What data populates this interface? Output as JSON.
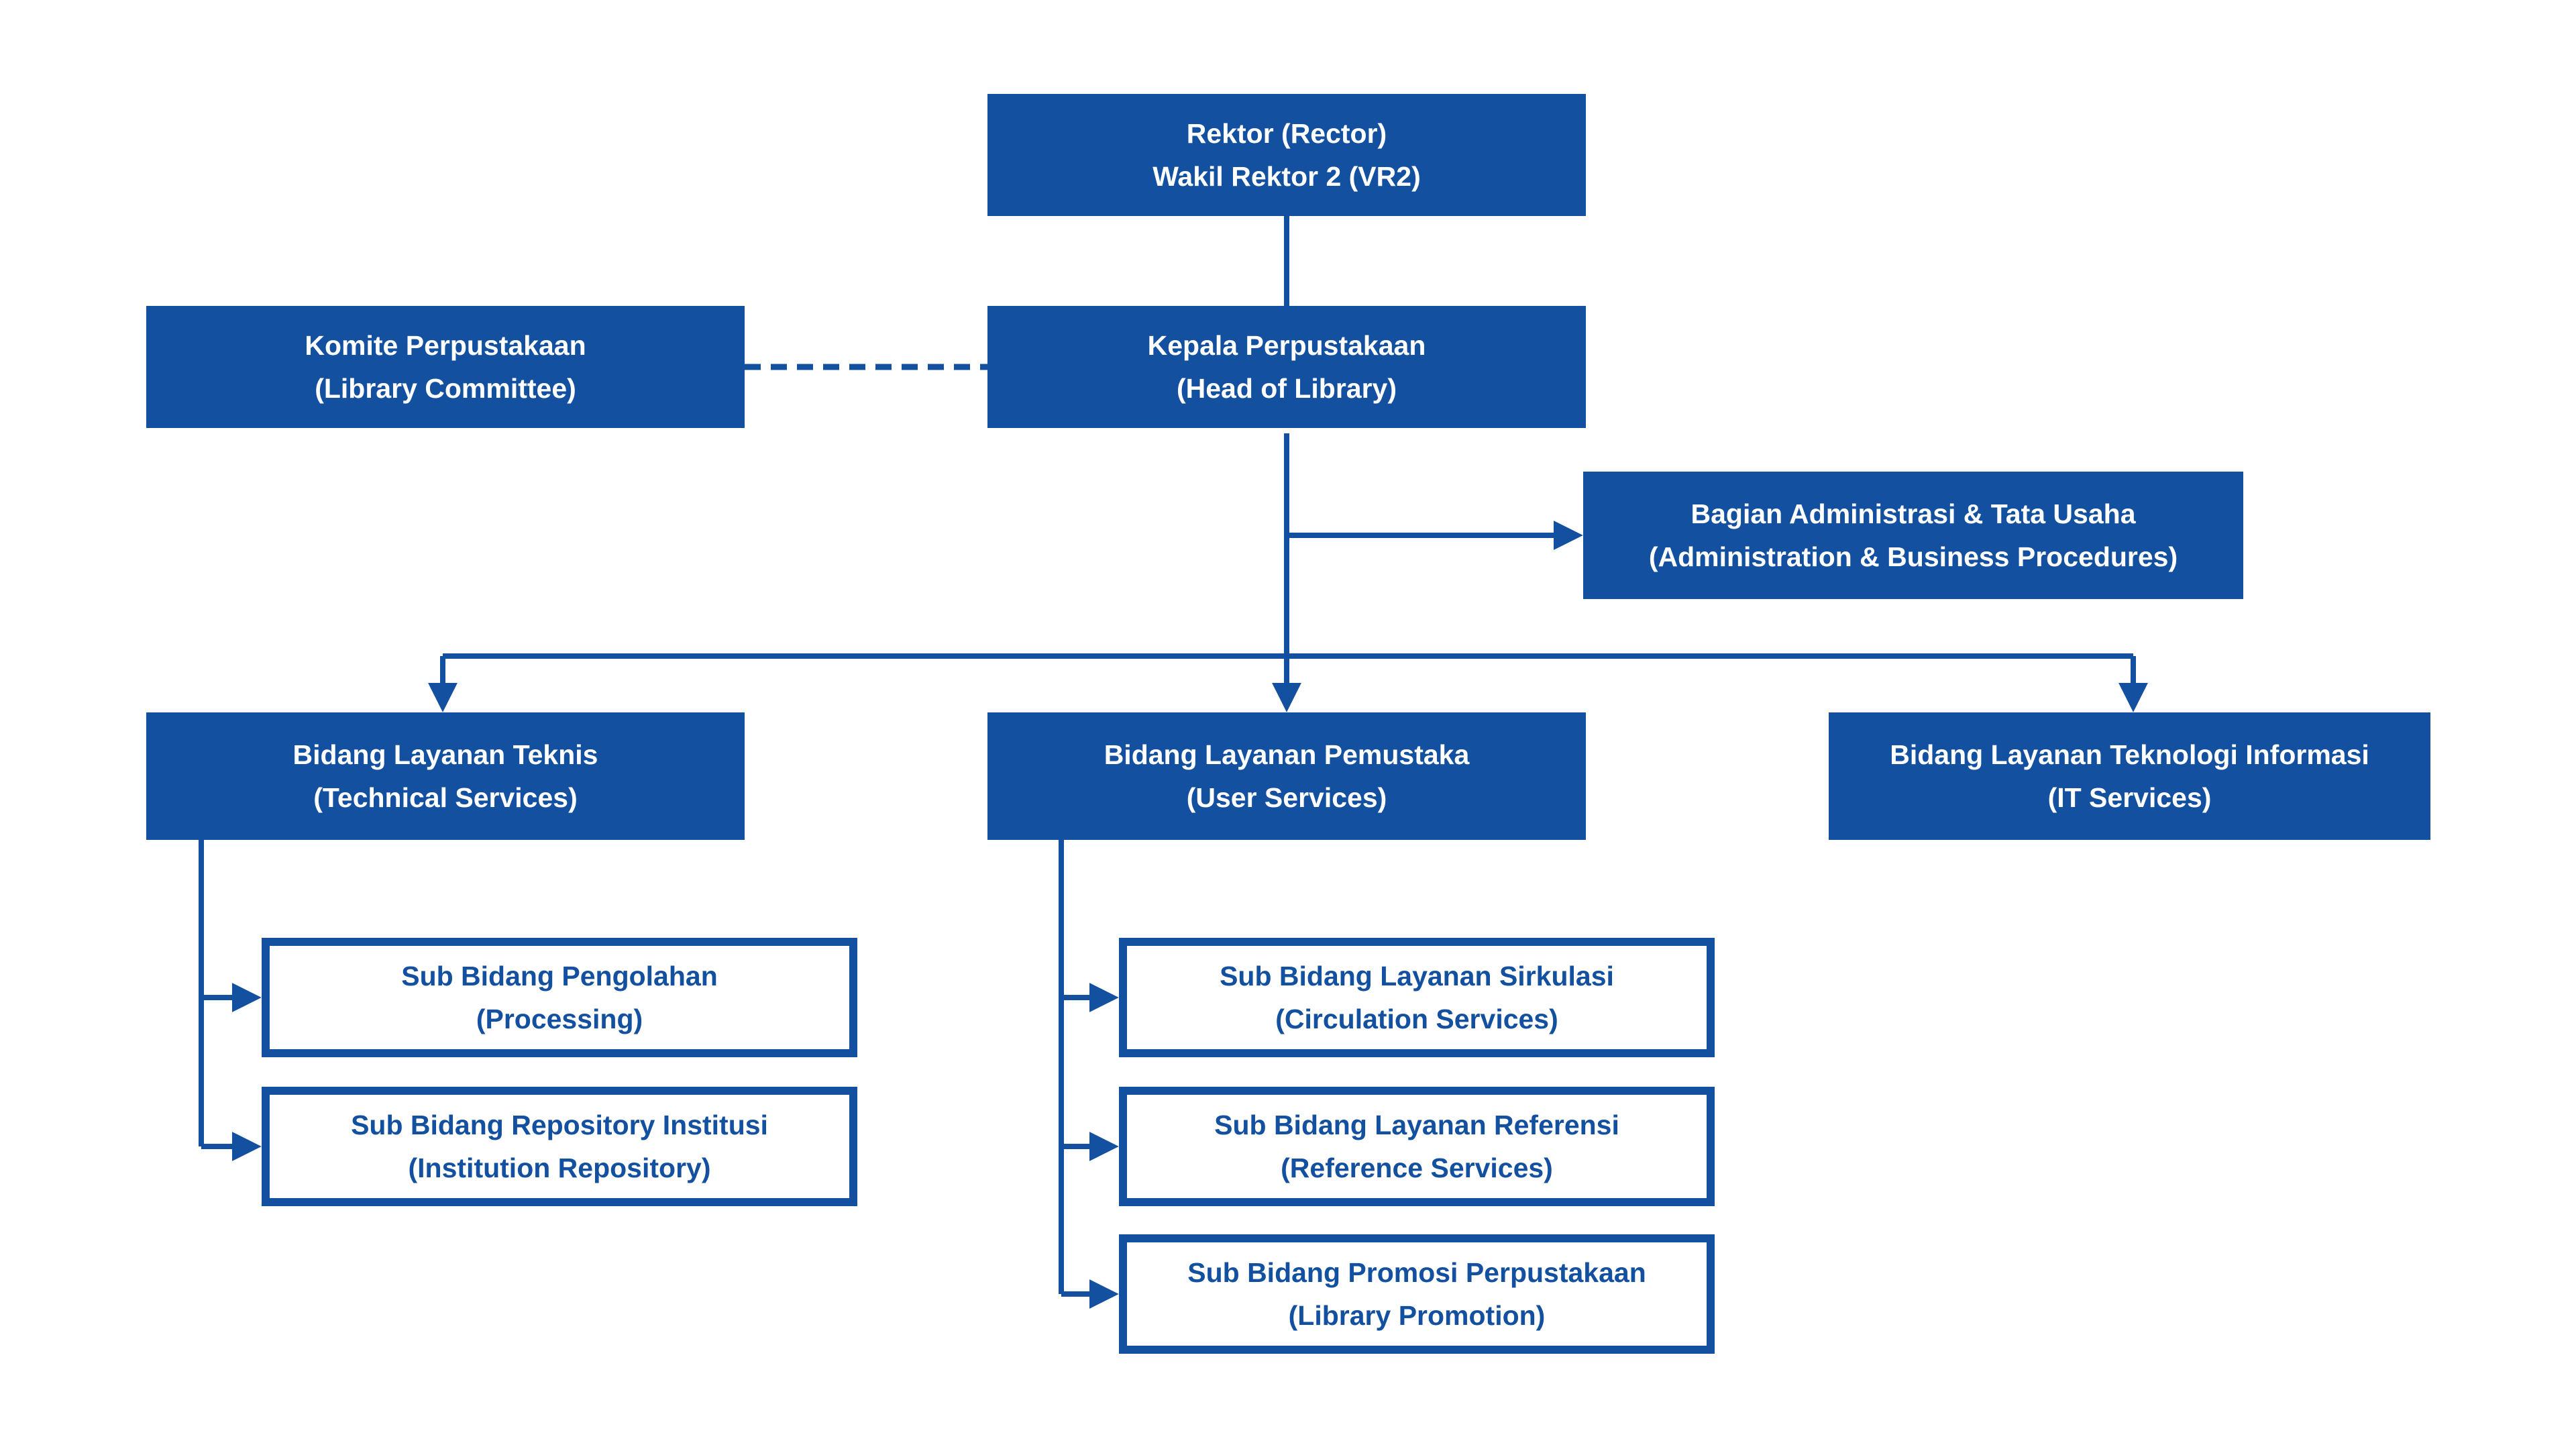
{
  "palette": {
    "box_blue": "#1350A0",
    "text_on_blue": "#FFFFFF",
    "background": "#FFFFFF"
  },
  "nodes": {
    "rektor": {
      "line1": "Rektor (Rector)",
      "line2": "Wakil Rektor 2 (VR2)"
    },
    "komite": {
      "line1": "Komite Perpustakaan",
      "line2": "(Library Committee)"
    },
    "kepala": {
      "line1": "Kepala Perpustakaan",
      "line2": "(Head of Library)"
    },
    "admin": {
      "line1": "Bagian Administrasi & Tata Usaha",
      "line2": "(Administration & Business Procedures)"
    },
    "teknis": {
      "line1": "Bidang Layanan Teknis",
      "line2": "(Technical Services)"
    },
    "pemustaka": {
      "line1": "Bidang Layanan Pemustaka",
      "line2": "(User Services)"
    },
    "ti": {
      "line1": "Bidang Layanan Teknologi Informasi",
      "line2": "(IT Services)"
    },
    "pengolahan": {
      "line1": "Sub Bidang Pengolahan",
      "line2": "(Processing)"
    },
    "repository": {
      "line1": "Sub Bidang Repository Institusi",
      "line2": "(Institution Repository)"
    },
    "sirkulasi": {
      "line1": "Sub Bidang Layanan Sirkulasi",
      "line2": "(Circulation Services)"
    },
    "referensi": {
      "line1": "Sub Bidang Layanan Referensi",
      "line2": "(Reference Services)"
    },
    "promosi": {
      "line1": "Sub Bidang Promosi Perpustakaan",
      "line2": "(Library Promotion)"
    }
  }
}
